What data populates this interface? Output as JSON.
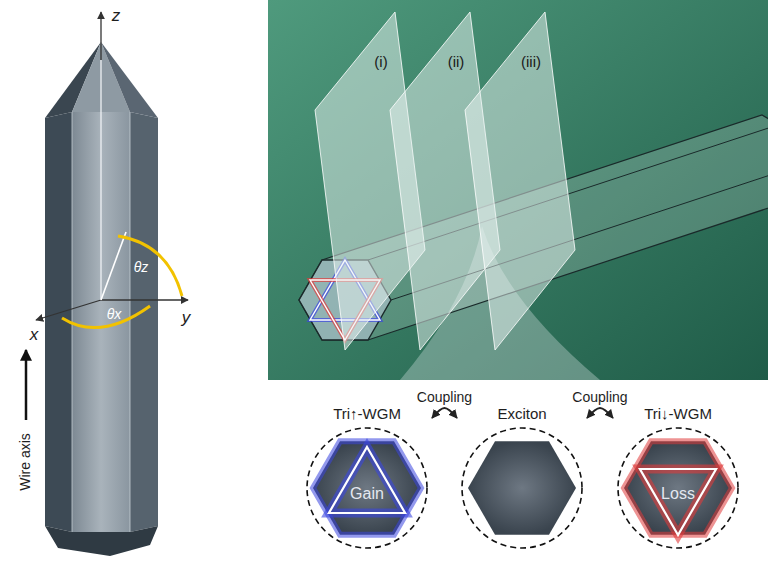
{
  "diagram": {
    "nodes": [
      {
        "text": [
          "Tri↑-WGM",
          "Gain"
        ]
      },
      {
        "text": [
          "Exciton"
        ]
      },
      {
        "text": [
          "Tri↓-WGM",
          "Loss"
        ]
      }
    ],
    "edges": [
      {
        "from": 0,
        "to": 1,
        "arrow": "both",
        "label": "Coupling"
      },
      {
        "from": 1,
        "to": 2,
        "arrow": "both",
        "label": "Coupling"
      }
    ],
    "labels": [
      "z",
      "x",
      "y",
      "θz",
      "θx",
      "Wire axis",
      "(i)",
      "(ii)",
      "(iii)"
    ]
  }
}
